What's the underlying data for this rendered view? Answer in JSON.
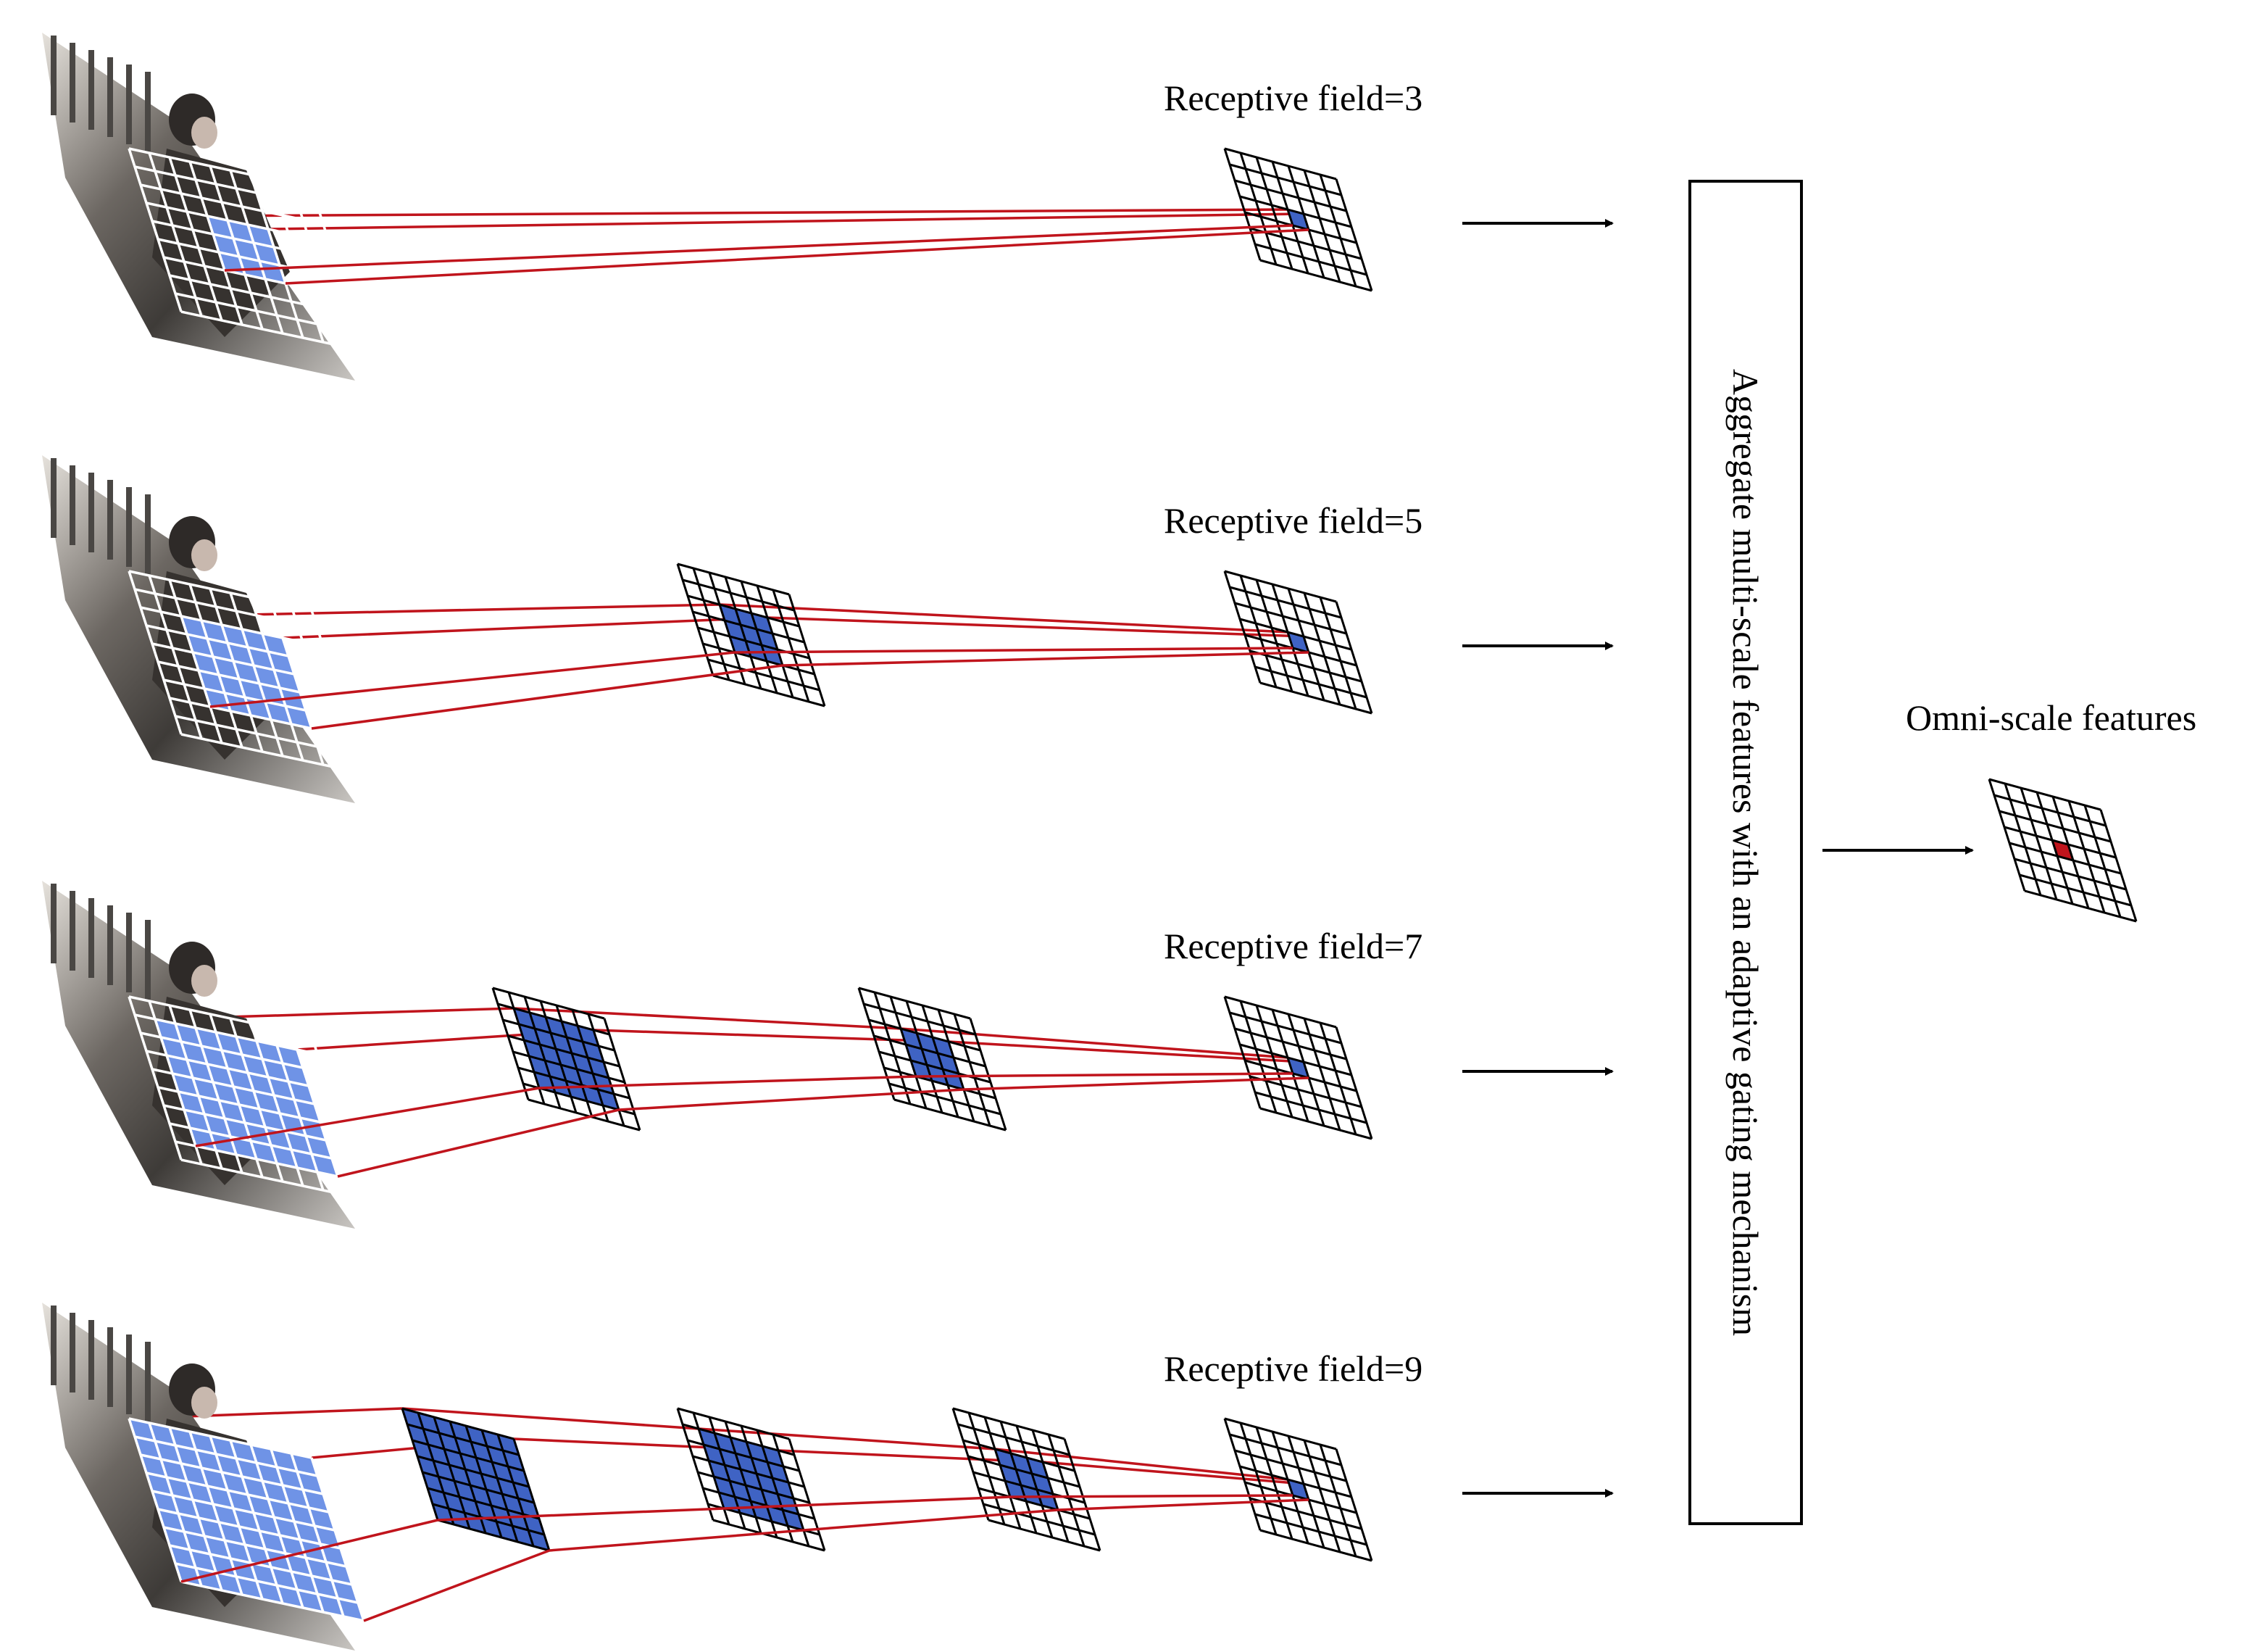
{
  "rows": [
    {
      "label": "Receptive field=3",
      "receptive_field": 3
    },
    {
      "label": "Receptive field=5",
      "receptive_field": 5
    },
    {
      "label": "Receptive field=7",
      "receptive_field": 7
    },
    {
      "label": "Receptive field=9",
      "receptive_field": 9
    }
  ],
  "aggregator": {
    "label": "Aggregate multi-scale features with an adaptive gating mechanism"
  },
  "output": {
    "label": "Omni-scale features"
  },
  "colors": {
    "connection": "#c0141c",
    "highlight": "#3f63c4",
    "input_highlight": "#6f93e6",
    "grid": "#000000",
    "input_grid": "#ffffff",
    "output_center": "#c0141c"
  }
}
